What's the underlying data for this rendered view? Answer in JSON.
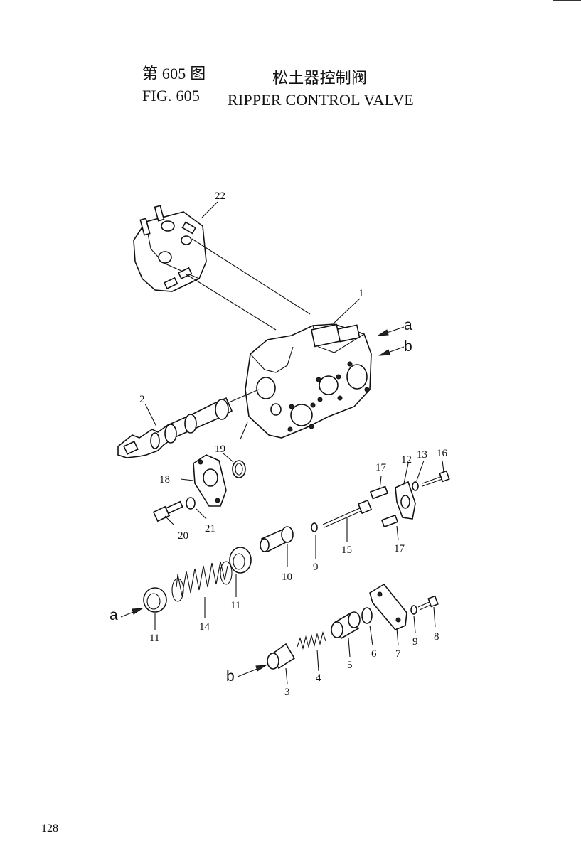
{
  "header": {
    "cn_figure": "第 605 图",
    "cn_title": "松土器控制阀",
    "en_figure": "FIG. 605",
    "en_title": "RIPPER CONTROL VALVE"
  },
  "callouts": [
    "22",
    "1",
    "2",
    "19",
    "18",
    "20",
    "21",
    "17",
    "12",
    "13",
    "16",
    "15",
    "17",
    "9",
    "10",
    "11",
    "14",
    "11",
    "6",
    "5",
    "4",
    "3",
    "7",
    "9",
    "8"
  ],
  "direction_labels": [
    "a",
    "b",
    "a",
    "b"
  ],
  "page_number": "128"
}
